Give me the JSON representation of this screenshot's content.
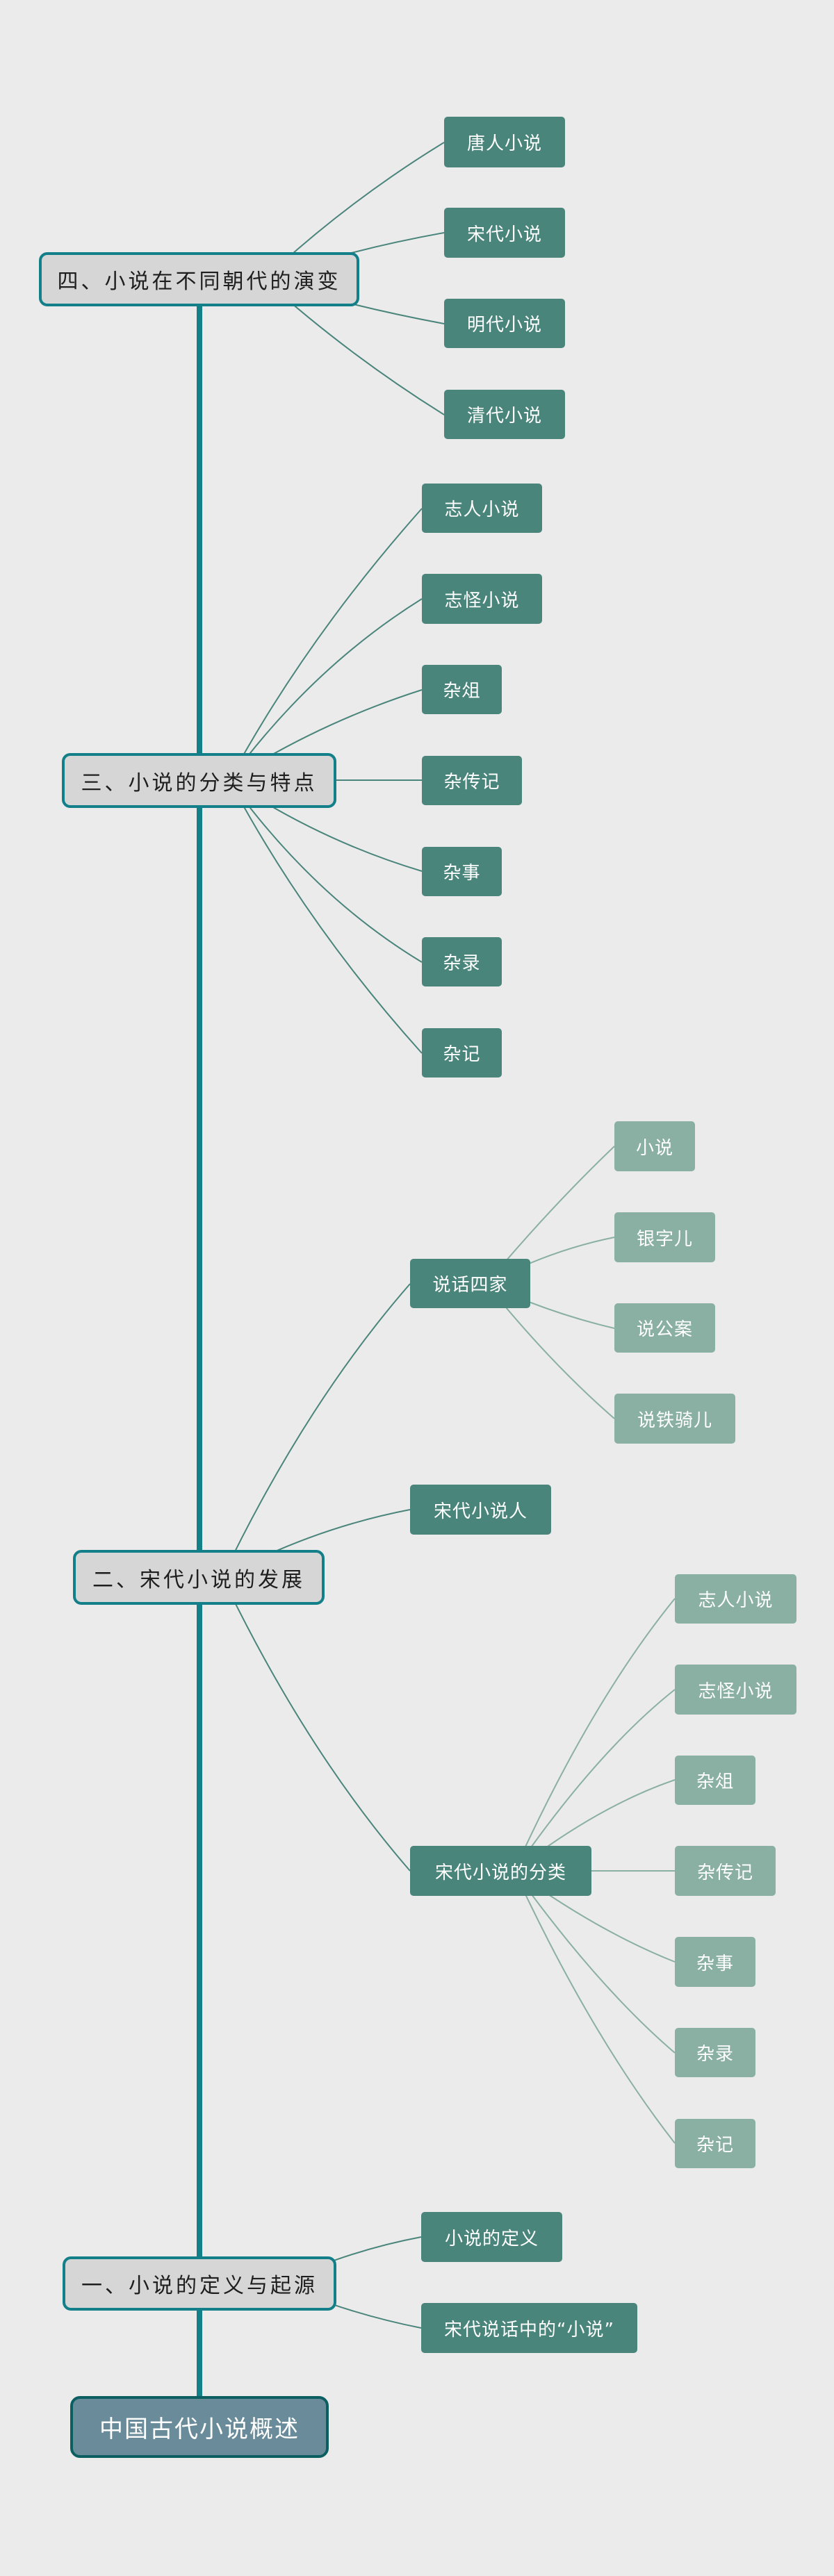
{
  "title": "中国古代小说概述",
  "colors": {
    "background": "#ebebeb",
    "spine": "#138089",
    "root_fill": "#6a8c9a",
    "root_border": "#0b5f60",
    "section_fill": "#d6d6d6",
    "section_border": "#138089",
    "level2_fill": "#4a857b",
    "level3_fill": "#8aafa3",
    "connector_dark": "#4a857b",
    "connector_light": "#8aafa3"
  },
  "root": {
    "label": "中国古代小说概述"
  },
  "sections": [
    {
      "label": "一、小说的定义与起源",
      "children": [
        {
          "label": "小说的定义"
        },
        {
          "label": "宋代说话中的“小说”"
        }
      ]
    },
    {
      "label": "二、宋代小说的发展",
      "children": [
        {
          "label": "说话四家",
          "children": [
            {
              "label": "小说"
            },
            {
              "label": "银字儿"
            },
            {
              "label": "说公案"
            },
            {
              "label": "说铁骑儿"
            }
          ]
        },
        {
          "label": "宋代小说人"
        },
        {
          "label": "宋代小说的分类",
          "children": [
            {
              "label": "志人小说"
            },
            {
              "label": "志怪小说"
            },
            {
              "label": "杂俎"
            },
            {
              "label": "杂传记"
            },
            {
              "label": "杂事"
            },
            {
              "label": "杂录"
            },
            {
              "label": "杂记"
            }
          ]
        }
      ]
    },
    {
      "label": "三、小说的分类与特点",
      "children": [
        {
          "label": "志人小说"
        },
        {
          "label": "志怪小说"
        },
        {
          "label": "杂俎"
        },
        {
          "label": "杂传记"
        },
        {
          "label": "杂事"
        },
        {
          "label": "杂录"
        },
        {
          "label": "杂记"
        }
      ]
    },
    {
      "label": "四、小说在不同朝代的演变",
      "children": [
        {
          "label": "唐人小说"
        },
        {
          "label": "宋代小说"
        },
        {
          "label": "明代小说"
        },
        {
          "label": "清代小说"
        }
      ]
    }
  ]
}
